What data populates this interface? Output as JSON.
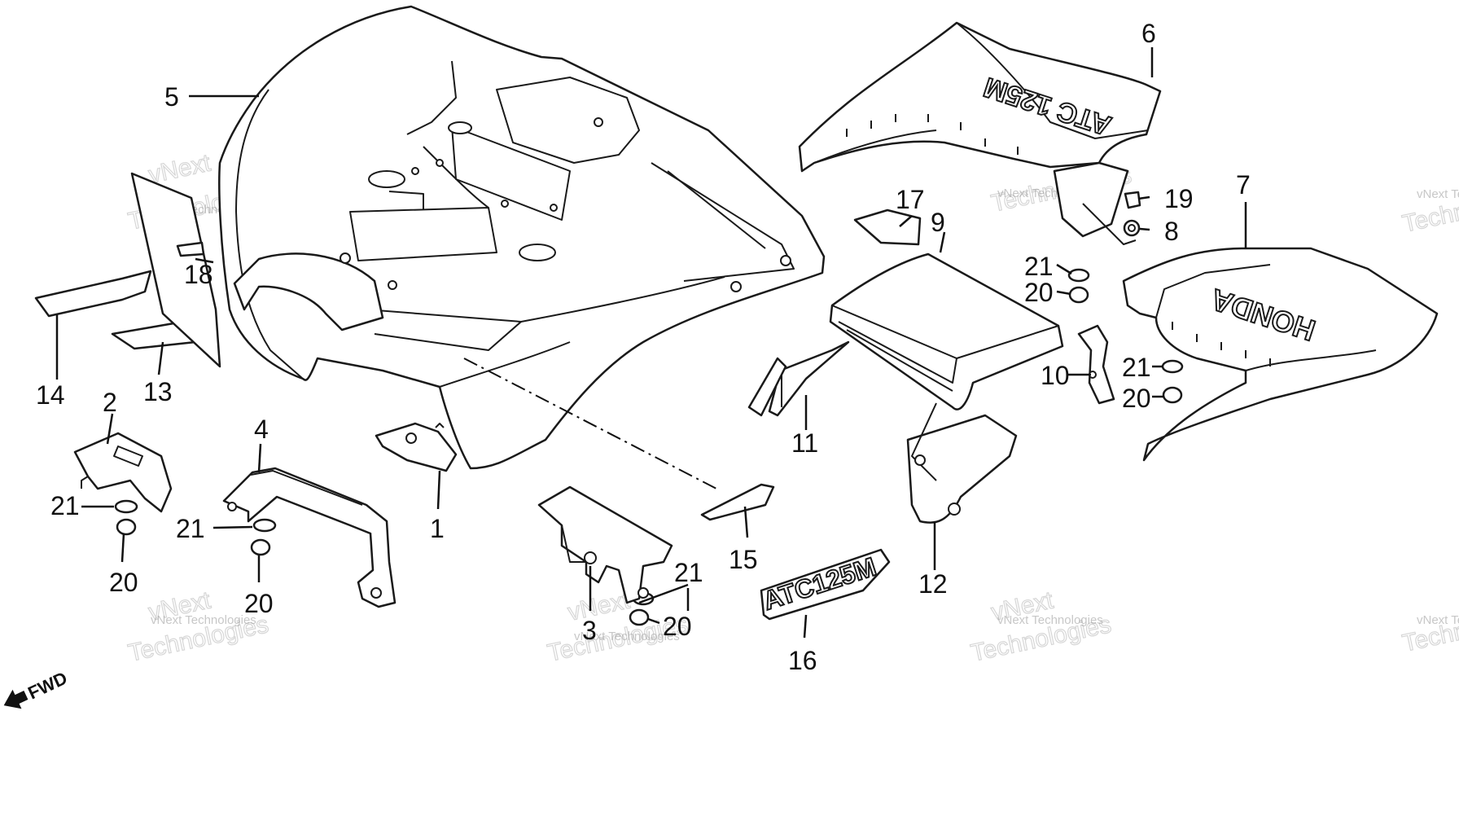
{
  "diagram": {
    "watermark_small": "vNext Technologies",
    "watermark_large_1": "vNext",
    "watermark_large_2": "Technologies",
    "direction_label": "FWD",
    "decals": {
      "part6_text": "ATC 125M",
      "part7_text": "HONDA",
      "part16_text": "ATC125M"
    },
    "callouts": {
      "c1": "1",
      "c2": "2",
      "c3": "3",
      "c4": "4",
      "c5": "5",
      "c6": "6",
      "c7": "7",
      "c8": "8",
      "c9": "9",
      "c10": "10",
      "c11": "11",
      "c12": "12",
      "c13": "13",
      "c14": "14",
      "c15": "15",
      "c16": "16",
      "c17": "17",
      "c18": "18",
      "c19": "19",
      "c20a": "20",
      "c20b": "20",
      "c20c": "20",
      "c20d": "20",
      "c20e": "20",
      "c21a": "21",
      "c21b": "21",
      "c21c": "21",
      "c21d": "21",
      "c21e": "21"
    }
  }
}
